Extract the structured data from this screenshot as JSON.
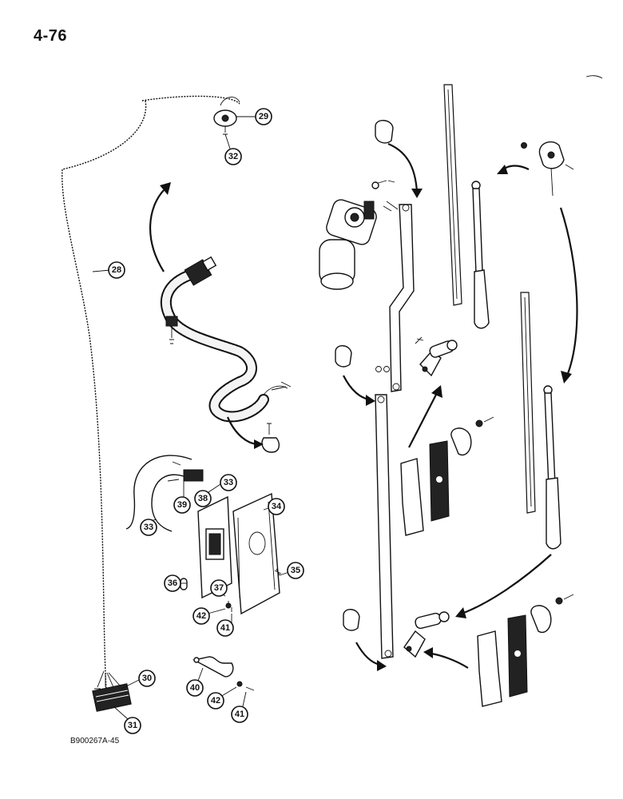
{
  "page": {
    "number": "4-76",
    "figure_code": "B900267A-45"
  },
  "callouts": [
    {
      "id": "28",
      "name": "callout-28"
    },
    {
      "id": "29",
      "name": "callout-29"
    },
    {
      "id": "30",
      "name": "callout-30"
    },
    {
      "id": "31",
      "name": "callout-31"
    },
    {
      "id": "32",
      "name": "callout-32"
    },
    {
      "id": "33",
      "name": "callout-33-a"
    },
    {
      "id": "33",
      "name": "callout-33-b"
    },
    {
      "id": "34",
      "name": "callout-34"
    },
    {
      "id": "35",
      "name": "callout-35"
    },
    {
      "id": "36",
      "name": "callout-36"
    },
    {
      "id": "37",
      "name": "callout-37"
    },
    {
      "id": "38",
      "name": "callout-38"
    },
    {
      "id": "39",
      "name": "callout-39"
    },
    {
      "id": "40",
      "name": "callout-40"
    },
    {
      "id": "41",
      "name": "callout-41-a"
    },
    {
      "id": "41",
      "name": "callout-41-b"
    },
    {
      "id": "42",
      "name": "callout-42-a"
    },
    {
      "id": "42",
      "name": "callout-42-b"
    }
  ]
}
